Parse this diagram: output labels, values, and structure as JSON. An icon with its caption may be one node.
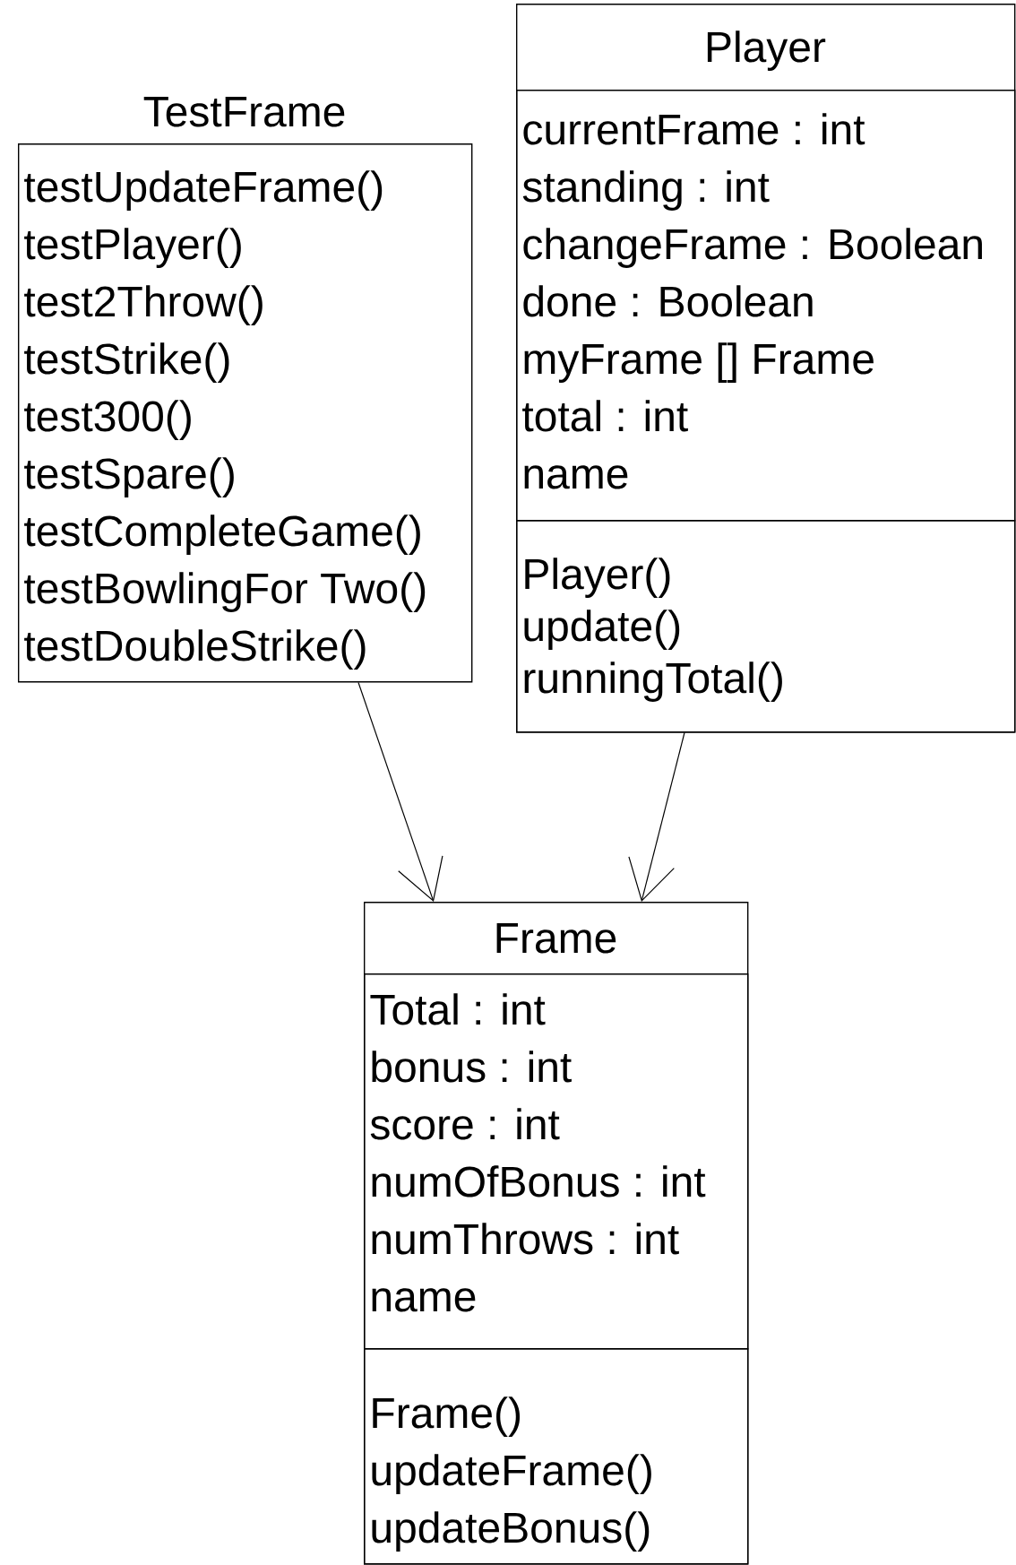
{
  "diagram": {
    "nodes": [
      {
        "text": [
          "TestFrame",
          "testUpdateFrame()",
          "testPlayer()",
          "test2Throw()",
          "testStrike()",
          "test300()",
          "testSpare()",
          "testCompleteGame()",
          "testBowlingFor Two()",
          "testDoubleStrike()"
        ]
      },
      {
        "text": [
          "Player"
        ]
      },
      {
        "text": [
          "currentFrame : int",
          "standing : int",
          "changeFrame : Boolean",
          "done : Boolean",
          "myFrame [] Frame",
          "total : int",
          "name"
        ],
        "in": 1
      },
      {
        "text": [
          "Player()",
          "update()",
          "runningTotal()"
        ],
        "in": 1
      },
      {
        "text": [
          "Frame"
        ]
      },
      {
        "text": [
          "Total : int",
          "bonus : int",
          "score : int",
          "numOfBonus : int",
          "numThrows : int",
          "name"
        ],
        "in": 4
      },
      {
        "text": [
          "Frame()",
          "updateFrame()",
          "updateBonus()"
        ],
        "in": 4
      }
    ],
    "edges": [
      {
        "from": 0,
        "to": 4,
        "arrow": "to"
      },
      {
        "from": 1,
        "to": 4,
        "arrow": "to"
      }
    ]
  }
}
